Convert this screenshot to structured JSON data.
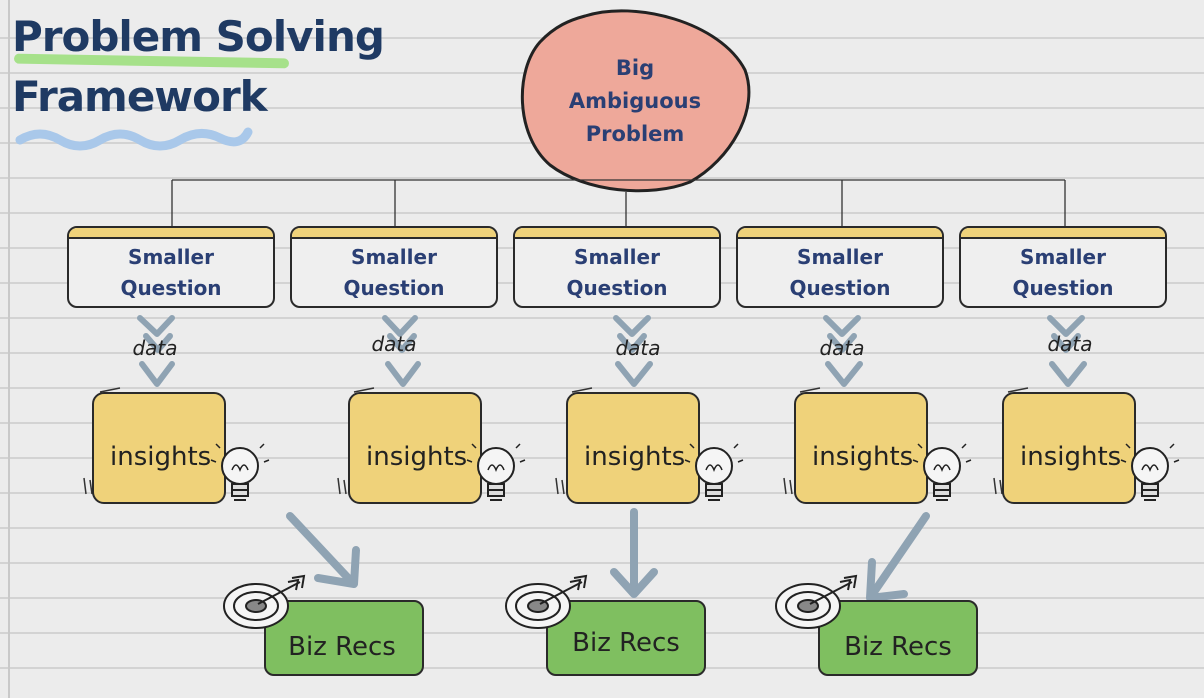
{
  "title": {
    "line1": "Problem Solving",
    "line2": "Framework"
  },
  "root": {
    "line1": "Big",
    "line2": "Ambiguous",
    "line3": "Problem"
  },
  "questions": [
    {
      "line1": "Smaller",
      "line2": "Question",
      "data": "data",
      "insight": "insights"
    },
    {
      "line1": "Smaller",
      "line2": "Question",
      "data": "data",
      "insight": "insights"
    },
    {
      "line1": "Smaller",
      "line2": "Question",
      "data": "data",
      "insight": "insights"
    },
    {
      "line1": "Smaller",
      "line2": "Question",
      "data": "data",
      "insight": "insights"
    },
    {
      "line1": "Smaller",
      "line2": "Question",
      "data": "data",
      "insight": "insights"
    }
  ],
  "recommendations": [
    {
      "label": "Biz Recs"
    },
    {
      "label": "Biz Recs"
    },
    {
      "label": "Biz Recs"
    }
  ],
  "colors": {
    "root_fill": "#eea89a",
    "question_accent": "#efd27a",
    "insight_fill": "#efd27a",
    "rec_fill": "#7fbf60",
    "arrow": "#8fa3b3",
    "title": "#1f3a63",
    "underline_green": "#9fe07f",
    "underline_blue": "#a9c8ea"
  }
}
